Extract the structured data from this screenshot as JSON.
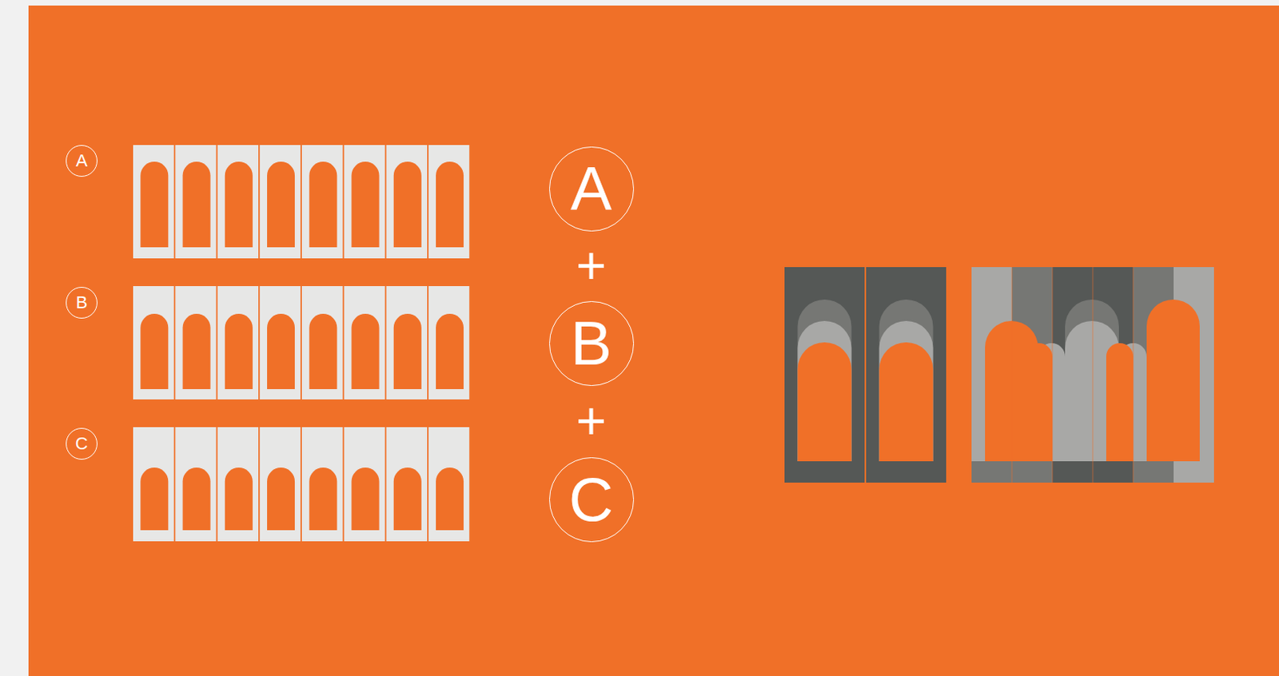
{
  "diagram": {
    "nodes": [
      {
        "text": [
          "A"
        ]
      },
      {
        "text": [
          "B"
        ]
      },
      {
        "text": [
          "C"
        ]
      },
      {
        "text": [
          "A"
        ]
      },
      {
        "text": [
          "B"
        ]
      },
      {
        "text": [
          "C"
        ]
      }
    ],
    "labels": [
      "+",
      "+"
    ]
  }
}
